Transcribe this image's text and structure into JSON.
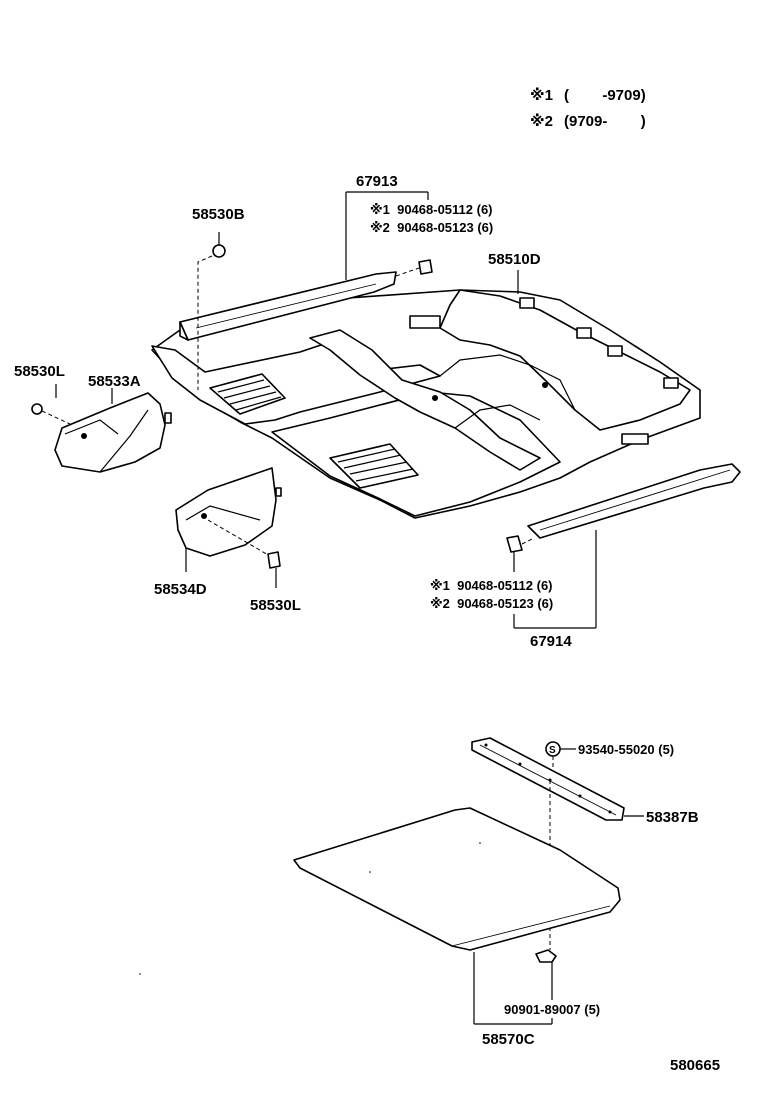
{
  "legend": {
    "note1": {
      "mark": "※1",
      "range": "(        -9709)"
    },
    "note2": {
      "mark": "※2",
      "range": "(9709-        )"
    }
  },
  "callouts": {
    "part_67913": "67913",
    "part_58530B": "58530B",
    "clip_67913_note1": "※1  90468-05112 (6)",
    "clip_67913_note2": "※2  90468-05123 (6)",
    "part_58510D": "58510D",
    "part_58530L_left": "58530L",
    "part_58533A": "58533A",
    "part_58534D": "58534D",
    "part_58530L_bottom": "58530L",
    "clip_67914_note1": "※1  90468-05112 (6)",
    "clip_67914_note2": "※2  90468-05123 (6)",
    "part_67914": "67914",
    "s_mark": "S",
    "screw_93540": "93540-55020 (5)",
    "part_58387B": "58387B",
    "clip_90901": "90901-89007 (5)",
    "part_58570C": "58570C",
    "diagram_number": "580665"
  }
}
